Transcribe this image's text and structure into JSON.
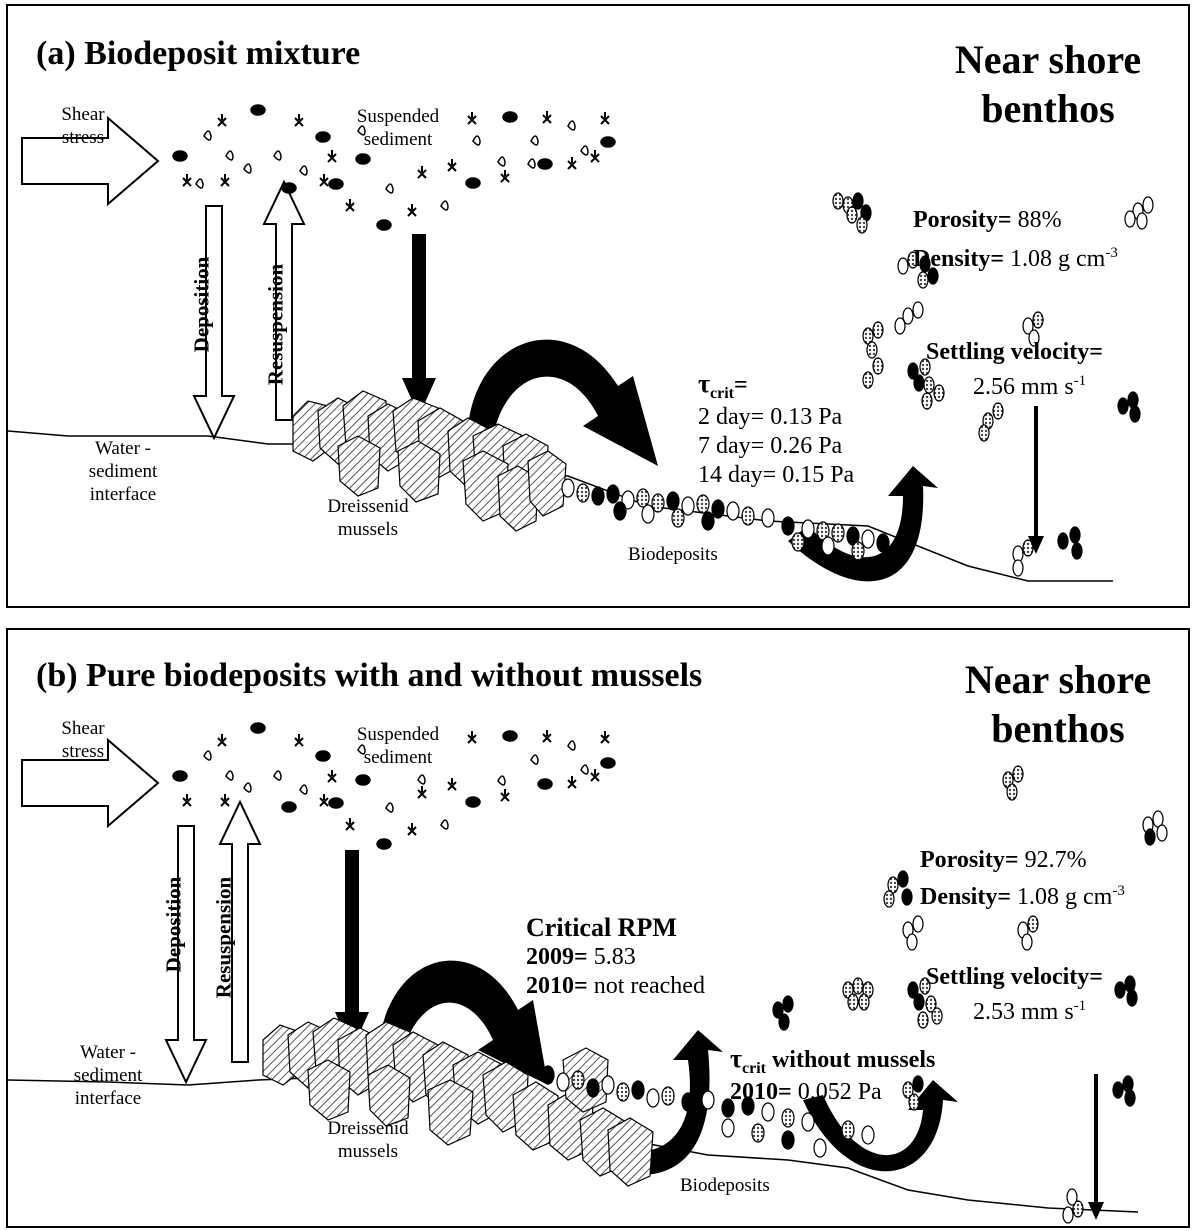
{
  "panel_a": {
    "title": "(a) Biodeposit mixture",
    "zone_line1": "Near shore",
    "zone_line2": "benthos",
    "shear_line1": "Shear",
    "shear_line2": "stress",
    "suspended_line1": "Suspended",
    "suspended_line2": "sediment",
    "deposition": "Deposition",
    "resuspension": "Resuspension",
    "interface_line1": "Water -",
    "interface_line2": "sediment",
    "interface_line3": "interface",
    "mussels_line1": "Dreissenid",
    "mussels_line2": "mussels",
    "biodeposits": "Biodeposits",
    "tau_symbol": "τ",
    "tau_sub": "crit",
    "tau_eq": "=",
    "tau_lines": [
      "2 day= 0.13 Pa",
      "7 day= 0.26 Pa",
      "14 day= 0.15 Pa"
    ],
    "porosity_label": "Porosity=",
    "porosity_value": " 88%",
    "density_label": "Density=",
    "density_value": " 1.08 g cm",
    "density_exp": "-3",
    "settling_label": "Settling velocity=",
    "settling_value": "2.56 mm s",
    "settling_exp": "-1"
  },
  "panel_b": {
    "title": "(b) Pure biodeposits with and without mussels",
    "zone_line1": "Near shore",
    "zone_line2": "benthos",
    "shear_line1": "Shear",
    "shear_line2": "stress",
    "suspended_line1": "Suspended",
    "suspended_line2": "sediment",
    "deposition": "Deposition",
    "resuspension": "Resuspension",
    "interface_line1": "Water -",
    "interface_line2": "sediment",
    "interface_line3": "interface",
    "mussels_line1": "Dreissenid",
    "mussels_line2": "mussels",
    "biodeposits": "Biodeposits",
    "rpm_title": "Critical RPM",
    "rpm_2009_label": "2009=",
    "rpm_2009_value": " 5.83",
    "rpm_2010_label": "2010=",
    "rpm_2010_value": " not reached",
    "tau_symbol": "τ",
    "tau_sub": "crit",
    "tau_rest": " without mussels",
    "tau_2010_label": "2010=",
    "tau_2010_value": " 0.052 Pa",
    "porosity_label": "Porosity=",
    "porosity_value": " 92.7%",
    "density_label": "Density=",
    "density_value": " 1.08 g cm",
    "density_exp": "-3",
    "settling_label": "Settling velocity=",
    "settling_value": "2.53 mm s",
    "settling_exp": "-1"
  }
}
